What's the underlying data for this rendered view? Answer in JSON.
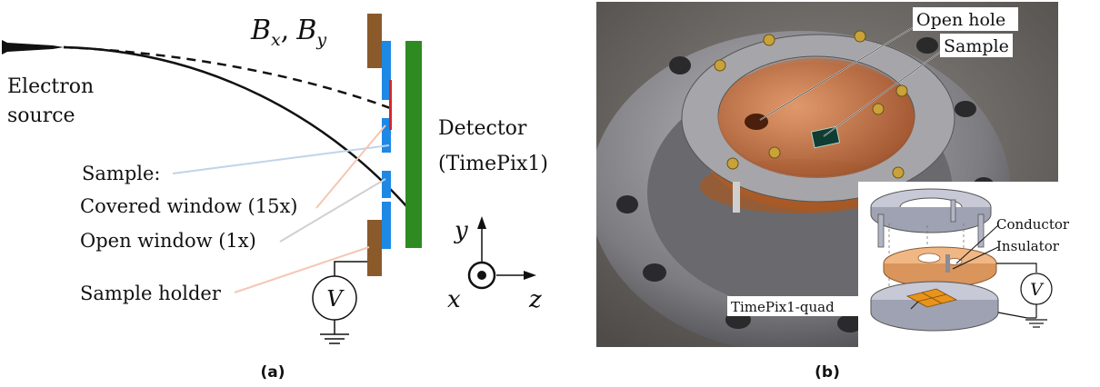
{
  "panel_a": {
    "caption": "(a)",
    "field_label": "B",
    "field_sub_x": "x",
    "field_sub_y": "y",
    "field_sep": ",",
    "source_line1": "Electron",
    "source_line2": "source",
    "detector_line1": "Detector",
    "detector_line2": "(TimePix1)",
    "sample_label": "Sample:",
    "covered_window": "Covered window (15x)",
    "open_window": "Open window (1x)",
    "sample_holder": "Sample holder",
    "voltmeter": "V",
    "axis_y": "y",
    "axis_x": "x",
    "axis_z": "z",
    "colors": {
      "holder": "#8B5A2B",
      "window": "#1E88E5",
      "detector": "#2E8B22",
      "sample_mark": "#D62728",
      "leader_blue": "#BFD4EC",
      "leader_red": "#F4C7B4",
      "leader_gray": "#D0D0D0"
    }
  },
  "panel_b": {
    "caption": "(b)",
    "open_hole": "Open hole",
    "sample": "Sample",
    "conductor": "Conductor",
    "insulator": "Insulator",
    "timepix_quad": "TimePix1-quad",
    "voltmeter": "V",
    "colors": {
      "photo_bg": "#6f6a66",
      "flange": "#9a9a9e",
      "copper": "#c8774a",
      "insulator_fill": "#f0b784",
      "chip": "#e8931a"
    }
  }
}
